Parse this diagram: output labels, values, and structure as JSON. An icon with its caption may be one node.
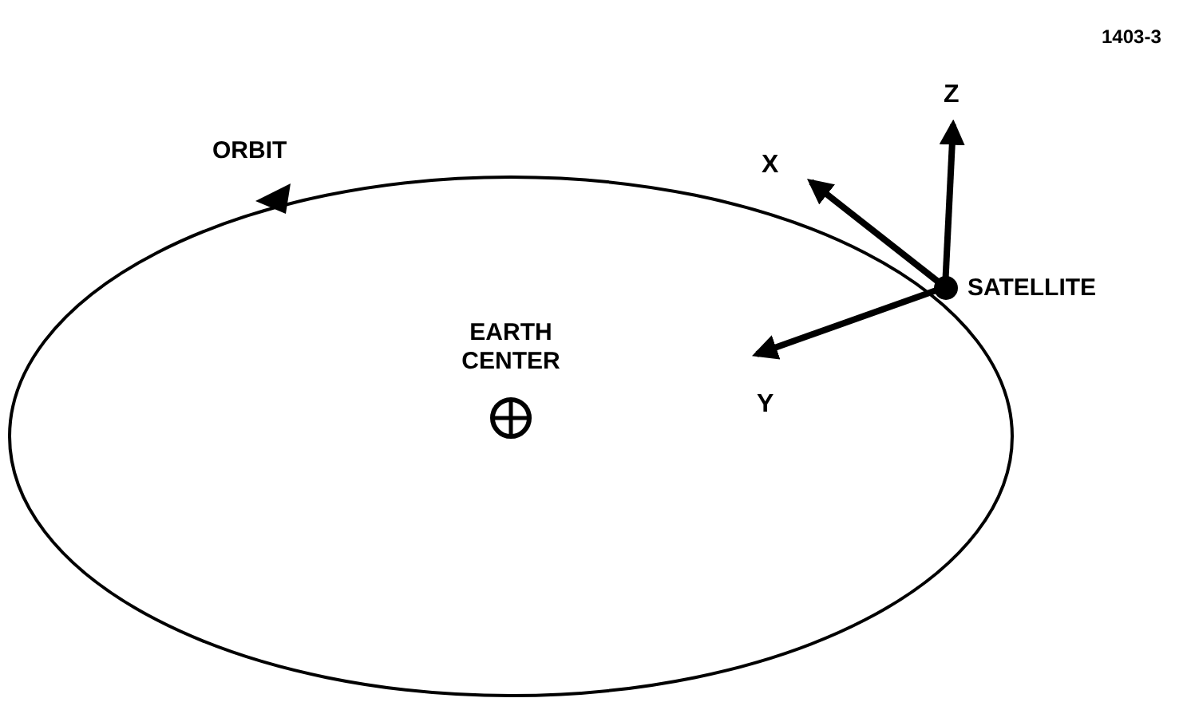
{
  "diagram": {
    "nodes": [
      {
        "text": [
          "ORBIT"
        ]
      },
      {
        "text": [],
        "shape": "circle",
        "beside": [
          "SATELLITE"
        ]
      },
      {
        "text": [
          "EARTH CENTER"
        ],
        "in": 0
      }
    ],
    "labels": [
      "1403-3",
      "Z",
      "X",
      "Y"
    ]
  }
}
